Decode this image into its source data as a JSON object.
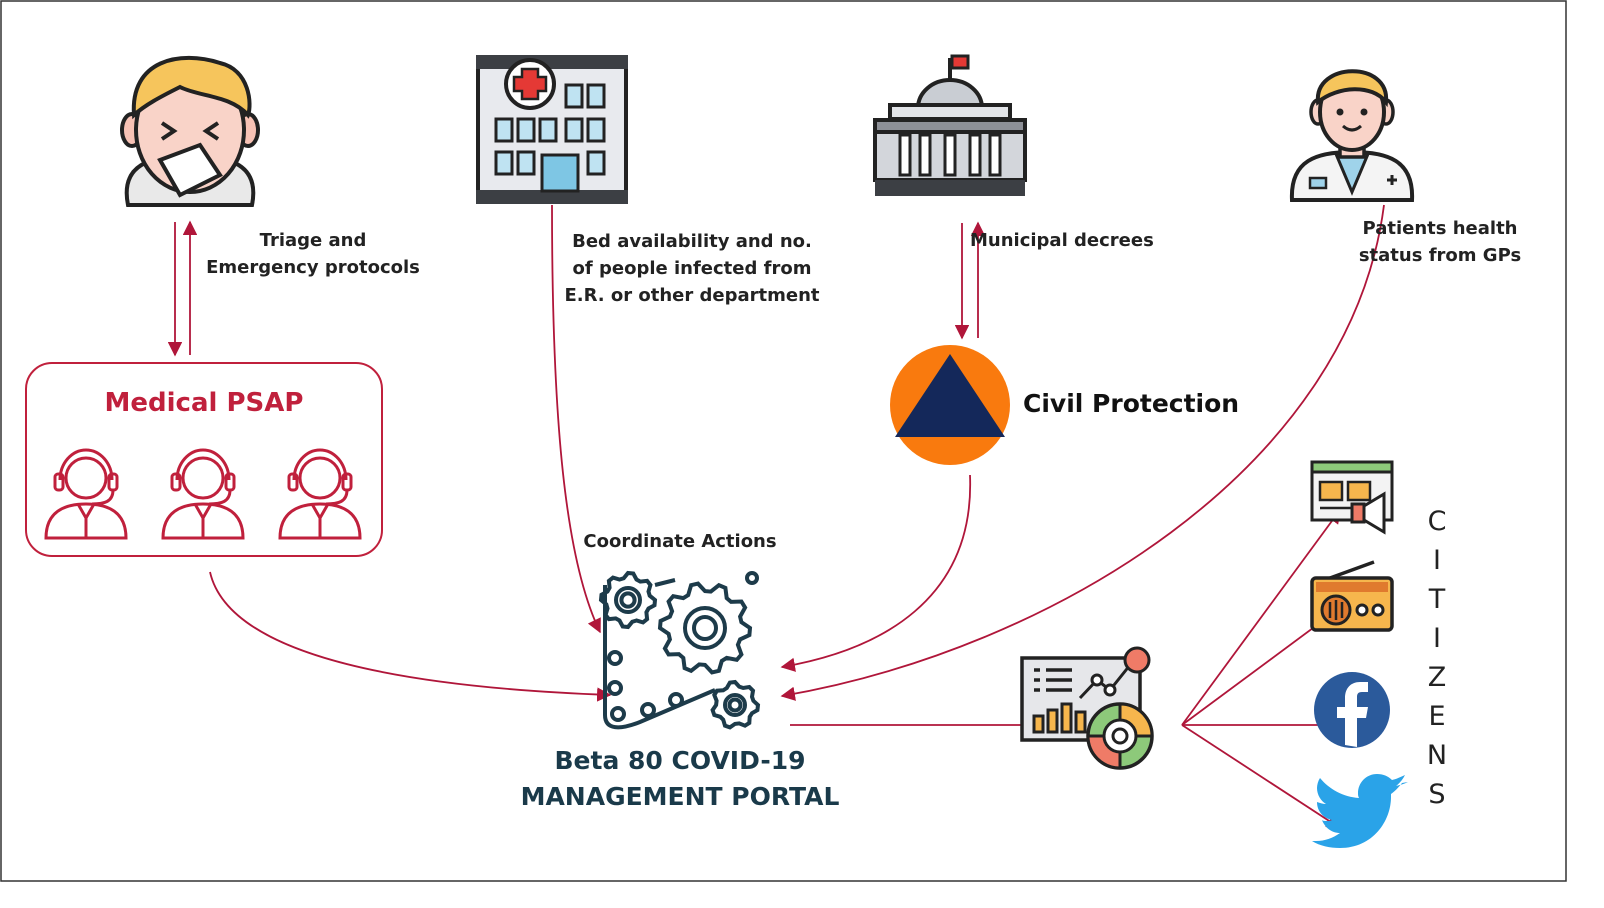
{
  "labels": {
    "triage": "Triage and Emergency protocols",
    "bed": "Bed availability and no. of people infected from E.R. or other department",
    "decrees": "Municipal decrees",
    "patients": "Patients health status from GPs",
    "psap": "Medical PSAP",
    "civil": "Civil Protection",
    "coordinate": "Coordinate Actions",
    "portal_line1": "Beta 80 COVID-19",
    "portal_line2": "MANAGEMENT PORTAL",
    "citizens": "CITIZENS"
  },
  "colors": {
    "arrow": "#b0163a",
    "psap": "#c0203c",
    "civil_orange": "#f97a0e",
    "civil_navy": "#14285a",
    "facebook": "#2b5a9b",
    "twitter": "#2aa3e8",
    "gear": "#1d3b4a"
  },
  "icons": [
    "sick-person-icon",
    "hospital-icon",
    "city-hall-icon",
    "doctor-icon",
    "operator-headset-icon",
    "civil-protection-icon",
    "gears-icon",
    "dashboard-icon",
    "web-ad-icon",
    "radio-icon",
    "facebook-icon",
    "twitter-icon"
  ]
}
